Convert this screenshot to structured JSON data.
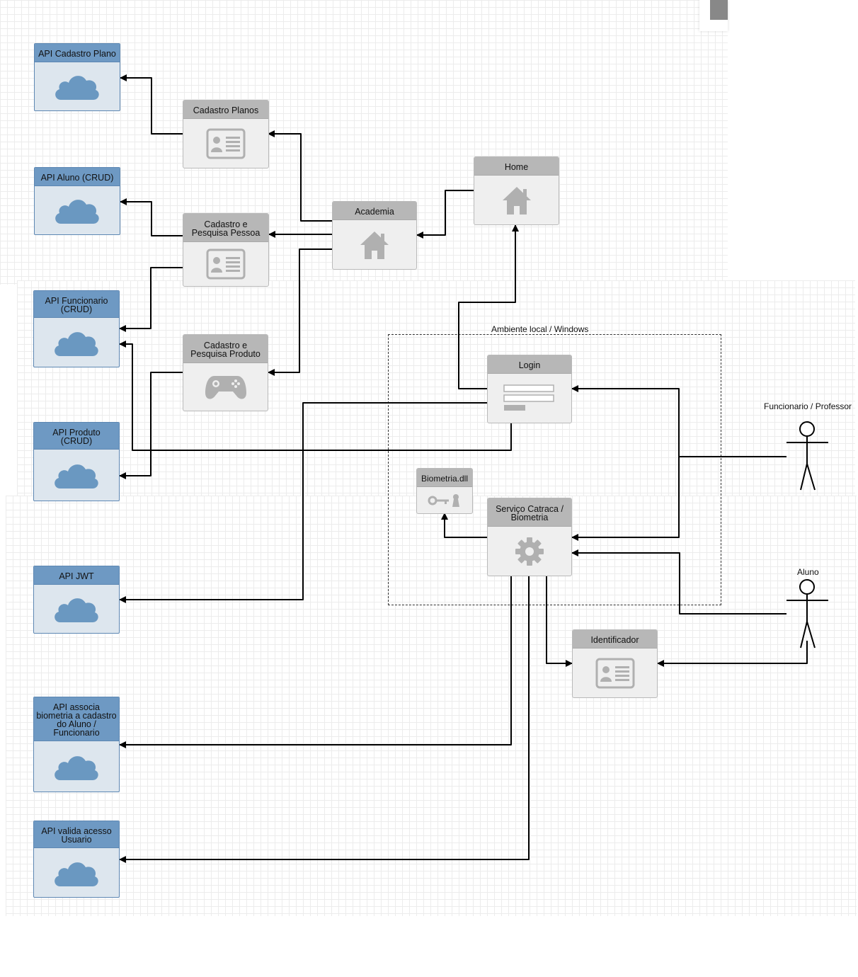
{
  "environment": {
    "label": "Ambiente local / Windows"
  },
  "actors": [
    {
      "id": "funcionario",
      "label": "Funcionario / Professor"
    },
    {
      "id": "aluno",
      "label": "Aluno"
    }
  ],
  "apis": [
    {
      "id": "api-cadastro-plano",
      "label": "API Cadastro Plano",
      "icon": "cloud-icon"
    },
    {
      "id": "api-aluno",
      "label": "API Aluno (CRUD)",
      "icon": "cloud-icon"
    },
    {
      "id": "api-funcionario",
      "label": "API Funcionario (CRUD)",
      "icon": "cloud-icon"
    },
    {
      "id": "api-produto",
      "label": "API Produto (CRUD)",
      "icon": "cloud-icon"
    },
    {
      "id": "api-jwt",
      "label": "API JWT",
      "icon": "cloud-icon"
    },
    {
      "id": "api-biometria",
      "label": "API associa biometria a cadastro do Aluno / Funcionario",
      "icon": "cloud-icon"
    },
    {
      "id": "api-acesso",
      "label": "API valida acesso Usuario",
      "icon": "cloud-icon"
    }
  ],
  "apps": [
    {
      "id": "cadastro-planos",
      "label": "Cadastro Planos",
      "icon": "id-card-icon"
    },
    {
      "id": "cadastro-pessoa",
      "label": "Cadastro e Pesquisa Pessoa",
      "icon": "id-card-icon"
    },
    {
      "id": "cadastro-produto",
      "label": "Cadastro e Pesquisa Produto",
      "icon": "gamepad-icon"
    },
    {
      "id": "academia",
      "label": "Academia",
      "icon": "home-icon"
    },
    {
      "id": "home",
      "label": "Home",
      "icon": "home-icon"
    },
    {
      "id": "login",
      "label": "Login",
      "icon": "login-form-icon"
    },
    {
      "id": "biometria-dll",
      "label": "Biometria.dll",
      "icon": "key-lock-icon"
    },
    {
      "id": "servico-catraca",
      "label": "Serviço Catraca / Biometria",
      "icon": "gear-icon"
    },
    {
      "id": "identificador",
      "label": "Identificador",
      "icon": "id-card-icon"
    }
  ],
  "colors": {
    "api_header": "#6e99c3",
    "api_body": "#dde6ee",
    "api_border": "#5d87b3",
    "cloud": "#6a98c1",
    "app_header": "#b7b7b7",
    "app_body": "#efefef",
    "icon_gray": "#b0b0b0",
    "connector": "#000000"
  }
}
